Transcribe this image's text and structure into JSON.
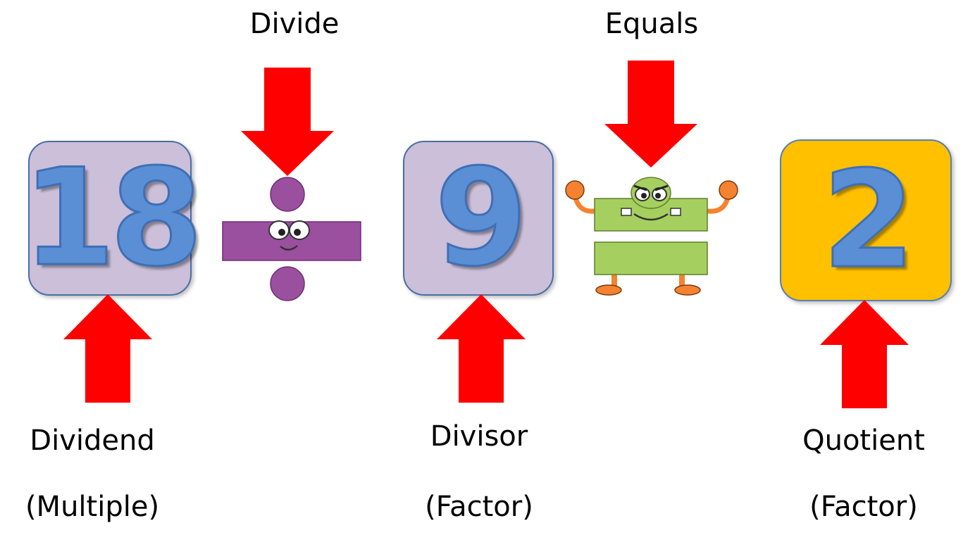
{
  "operator_labels": {
    "divide": "Divide",
    "equals": "Equals"
  },
  "boxes": [
    {
      "number": "18",
      "term": "Dividend",
      "role": "(Multiple)",
      "fill": "#cbbfd9"
    },
    {
      "number": "9",
      "term": "Divisor",
      "role": "(Factor)",
      "fill": "#cbbfd9"
    },
    {
      "number": "2",
      "term": "Quotient",
      "role": "(Factor)",
      "fill": "#ffc000"
    }
  ],
  "colors": {
    "arrow": "#ff0000",
    "number": "#5a8fd6",
    "divide_symbol": "#9b4f9f",
    "equals_symbol": "#a5cf5f",
    "limbs": "#f58230"
  },
  "icons": {
    "divide_symbol": "divide-sign-face-icon",
    "equals_symbol": "equals-sign-monster-icon"
  }
}
